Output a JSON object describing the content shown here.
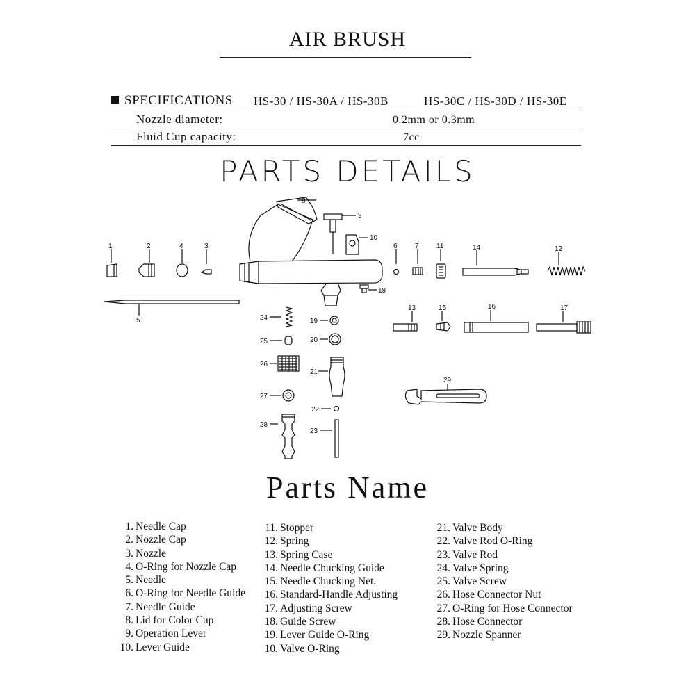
{
  "title": "AIR BRUSH",
  "specifications": {
    "heading": "SPECIFICATIONS",
    "models_a": "HS-30 / HS-30A / HS-30B",
    "models_b": "HS-30C / HS-30D / HS-30E",
    "rows": [
      {
        "label": "Nozzle diameter:",
        "value": "0.2mm or 0.3mm"
      },
      {
        "label": "Fluid Cup capacity:",
        "value": "7cc"
      }
    ]
  },
  "parts_details_title": "PARTS DETAILS",
  "diagram_labels": [
    "1",
    "2",
    "3",
    "4",
    "5",
    "6",
    "7",
    "8",
    "9",
    "10",
    "11",
    "12",
    "13",
    "14",
    "15",
    "16",
    "17",
    "18",
    "19",
    "20",
    "21",
    "22",
    "23",
    "24",
    "25",
    "26",
    "27",
    "28",
    "29"
  ],
  "parts_name_title": "Parts Name",
  "parts": [
    {
      "num": "1.",
      "name": "Needle Cap"
    },
    {
      "num": "2.",
      "name": "Nozzle Cap"
    },
    {
      "num": "3.",
      "name": "Nozzle"
    },
    {
      "num": "4.",
      "name": "O-Ring for Nozzle Cap"
    },
    {
      "num": "5.",
      "name": "Needle"
    },
    {
      "num": "6.",
      "name": "O-Ring for Needle Guide"
    },
    {
      "num": "7.",
      "name": "Needle Guide"
    },
    {
      "num": "8.",
      "name": "Lid for Color Cup"
    },
    {
      "num": "9.",
      "name": "Operation Lever"
    },
    {
      "num": "10.",
      "name": "Lever Guide"
    },
    {
      "num": "11.",
      "name": "Stopper"
    },
    {
      "num": "12.",
      "name": "Spring"
    },
    {
      "num": "13.",
      "name": "Spring Case"
    },
    {
      "num": "14.",
      "name": "Needle Chucking Guide"
    },
    {
      "num": "15.",
      "name": "Needle Chucking Net."
    },
    {
      "num": "16.",
      "name": "Standard-Handle Adjusting"
    },
    {
      "num": "17.",
      "name": "Adjusting Screw"
    },
    {
      "num": "18.",
      "name": "Guide Screw"
    },
    {
      "num": "19.",
      "name": "Lever Guide O-Ring"
    },
    {
      "num": "10.",
      "name": "Valve O-Ring"
    },
    {
      "num": "21.",
      "name": "Valve Body"
    },
    {
      "num": "22.",
      "name": "Valve Rod O-Ring"
    },
    {
      "num": "23.",
      "name": "Valve Rod"
    },
    {
      "num": "24.",
      "name": "Valve Spring"
    },
    {
      "num": "25.",
      "name": "Valve Screw"
    },
    {
      "num": "26.",
      "name": "Hose Connector Nut"
    },
    {
      "num": "27.",
      "name": "O-Ring for Hose Connector"
    },
    {
      "num": "28.",
      "name": "Hose Connector"
    },
    {
      "num": "29.",
      "name": "Nozzle Spanner"
    }
  ]
}
